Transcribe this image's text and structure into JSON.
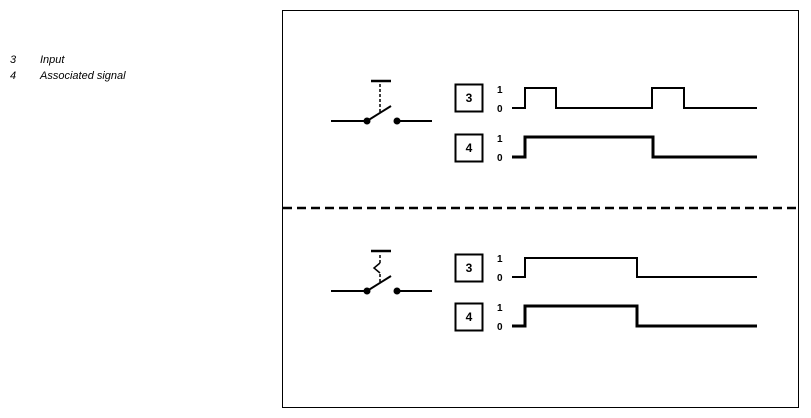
{
  "legend": [
    {
      "num": "3",
      "text": "Input"
    },
    {
      "num": "4",
      "text": "Associated signal"
    }
  ],
  "panels": [
    {
      "name": "momentary",
      "switch_type": "push-button",
      "signals": [
        {
          "box_label": "3",
          "high_label": "1",
          "low_label": "0",
          "levels": [
            0,
            1,
            0,
            1,
            0
          ]
        },
        {
          "box_label": "4",
          "high_label": "1",
          "low_label": "0",
          "levels": [
            0,
            1,
            0
          ]
        }
      ]
    },
    {
      "name": "latching",
      "switch_type": "latching-switch",
      "signals": [
        {
          "box_label": "3",
          "high_label": "1",
          "low_label": "0",
          "levels": [
            0,
            1,
            0
          ]
        },
        {
          "box_label": "4",
          "high_label": "1",
          "low_label": "0",
          "levels": [
            0,
            1,
            0
          ]
        }
      ]
    }
  ]
}
